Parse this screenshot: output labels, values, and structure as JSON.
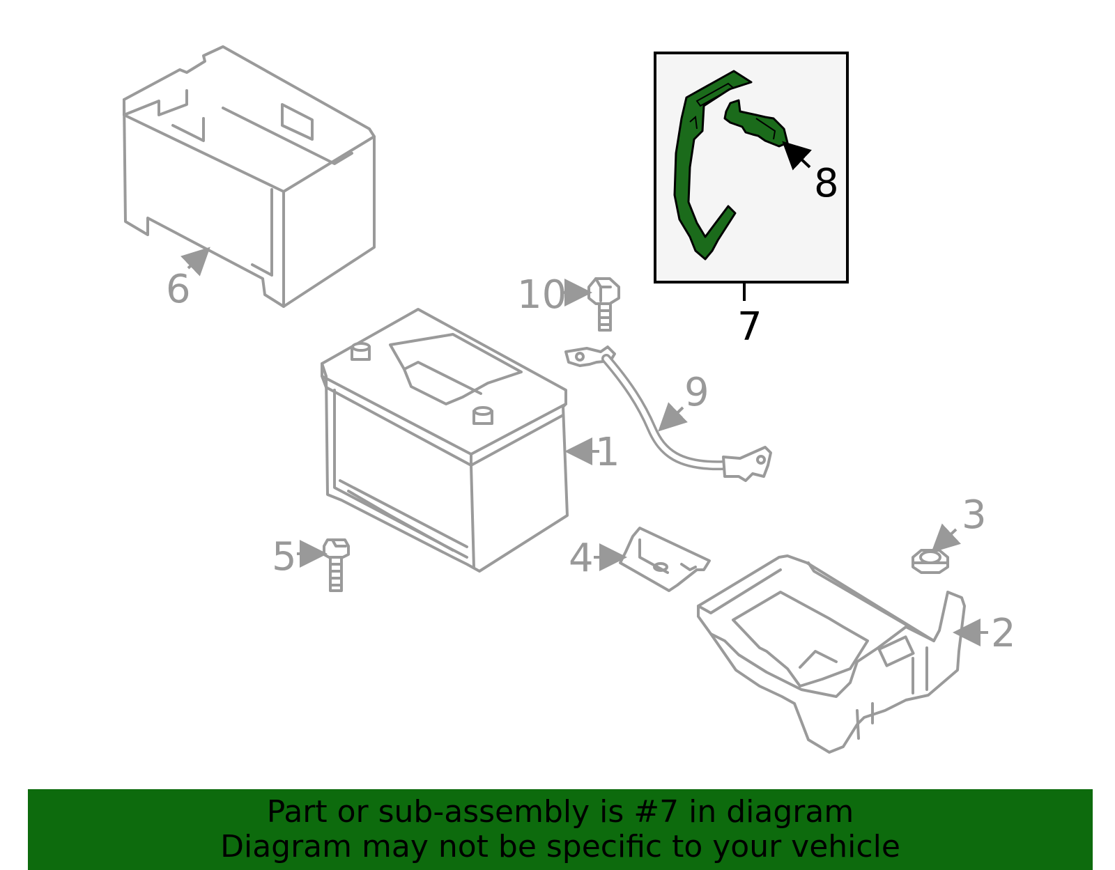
{
  "callouts": [
    {
      "id": "1",
      "text": "1"
    },
    {
      "id": "2",
      "text": "2"
    },
    {
      "id": "3",
      "text": "3"
    },
    {
      "id": "4",
      "text": "4"
    },
    {
      "id": "5",
      "text": "5"
    },
    {
      "id": "6",
      "text": "6"
    },
    {
      "id": "7",
      "text": "7"
    },
    {
      "id": "8",
      "text": "8"
    },
    {
      "id": "9",
      "text": "9"
    },
    {
      "id": "10",
      "text": "10"
    }
  ],
  "highlight_color": "#0d6b0d",
  "banner": {
    "line1": "Part or sub-assembly is #7 in diagram",
    "line2": "Diagram may not be specific to your vehicle"
  }
}
